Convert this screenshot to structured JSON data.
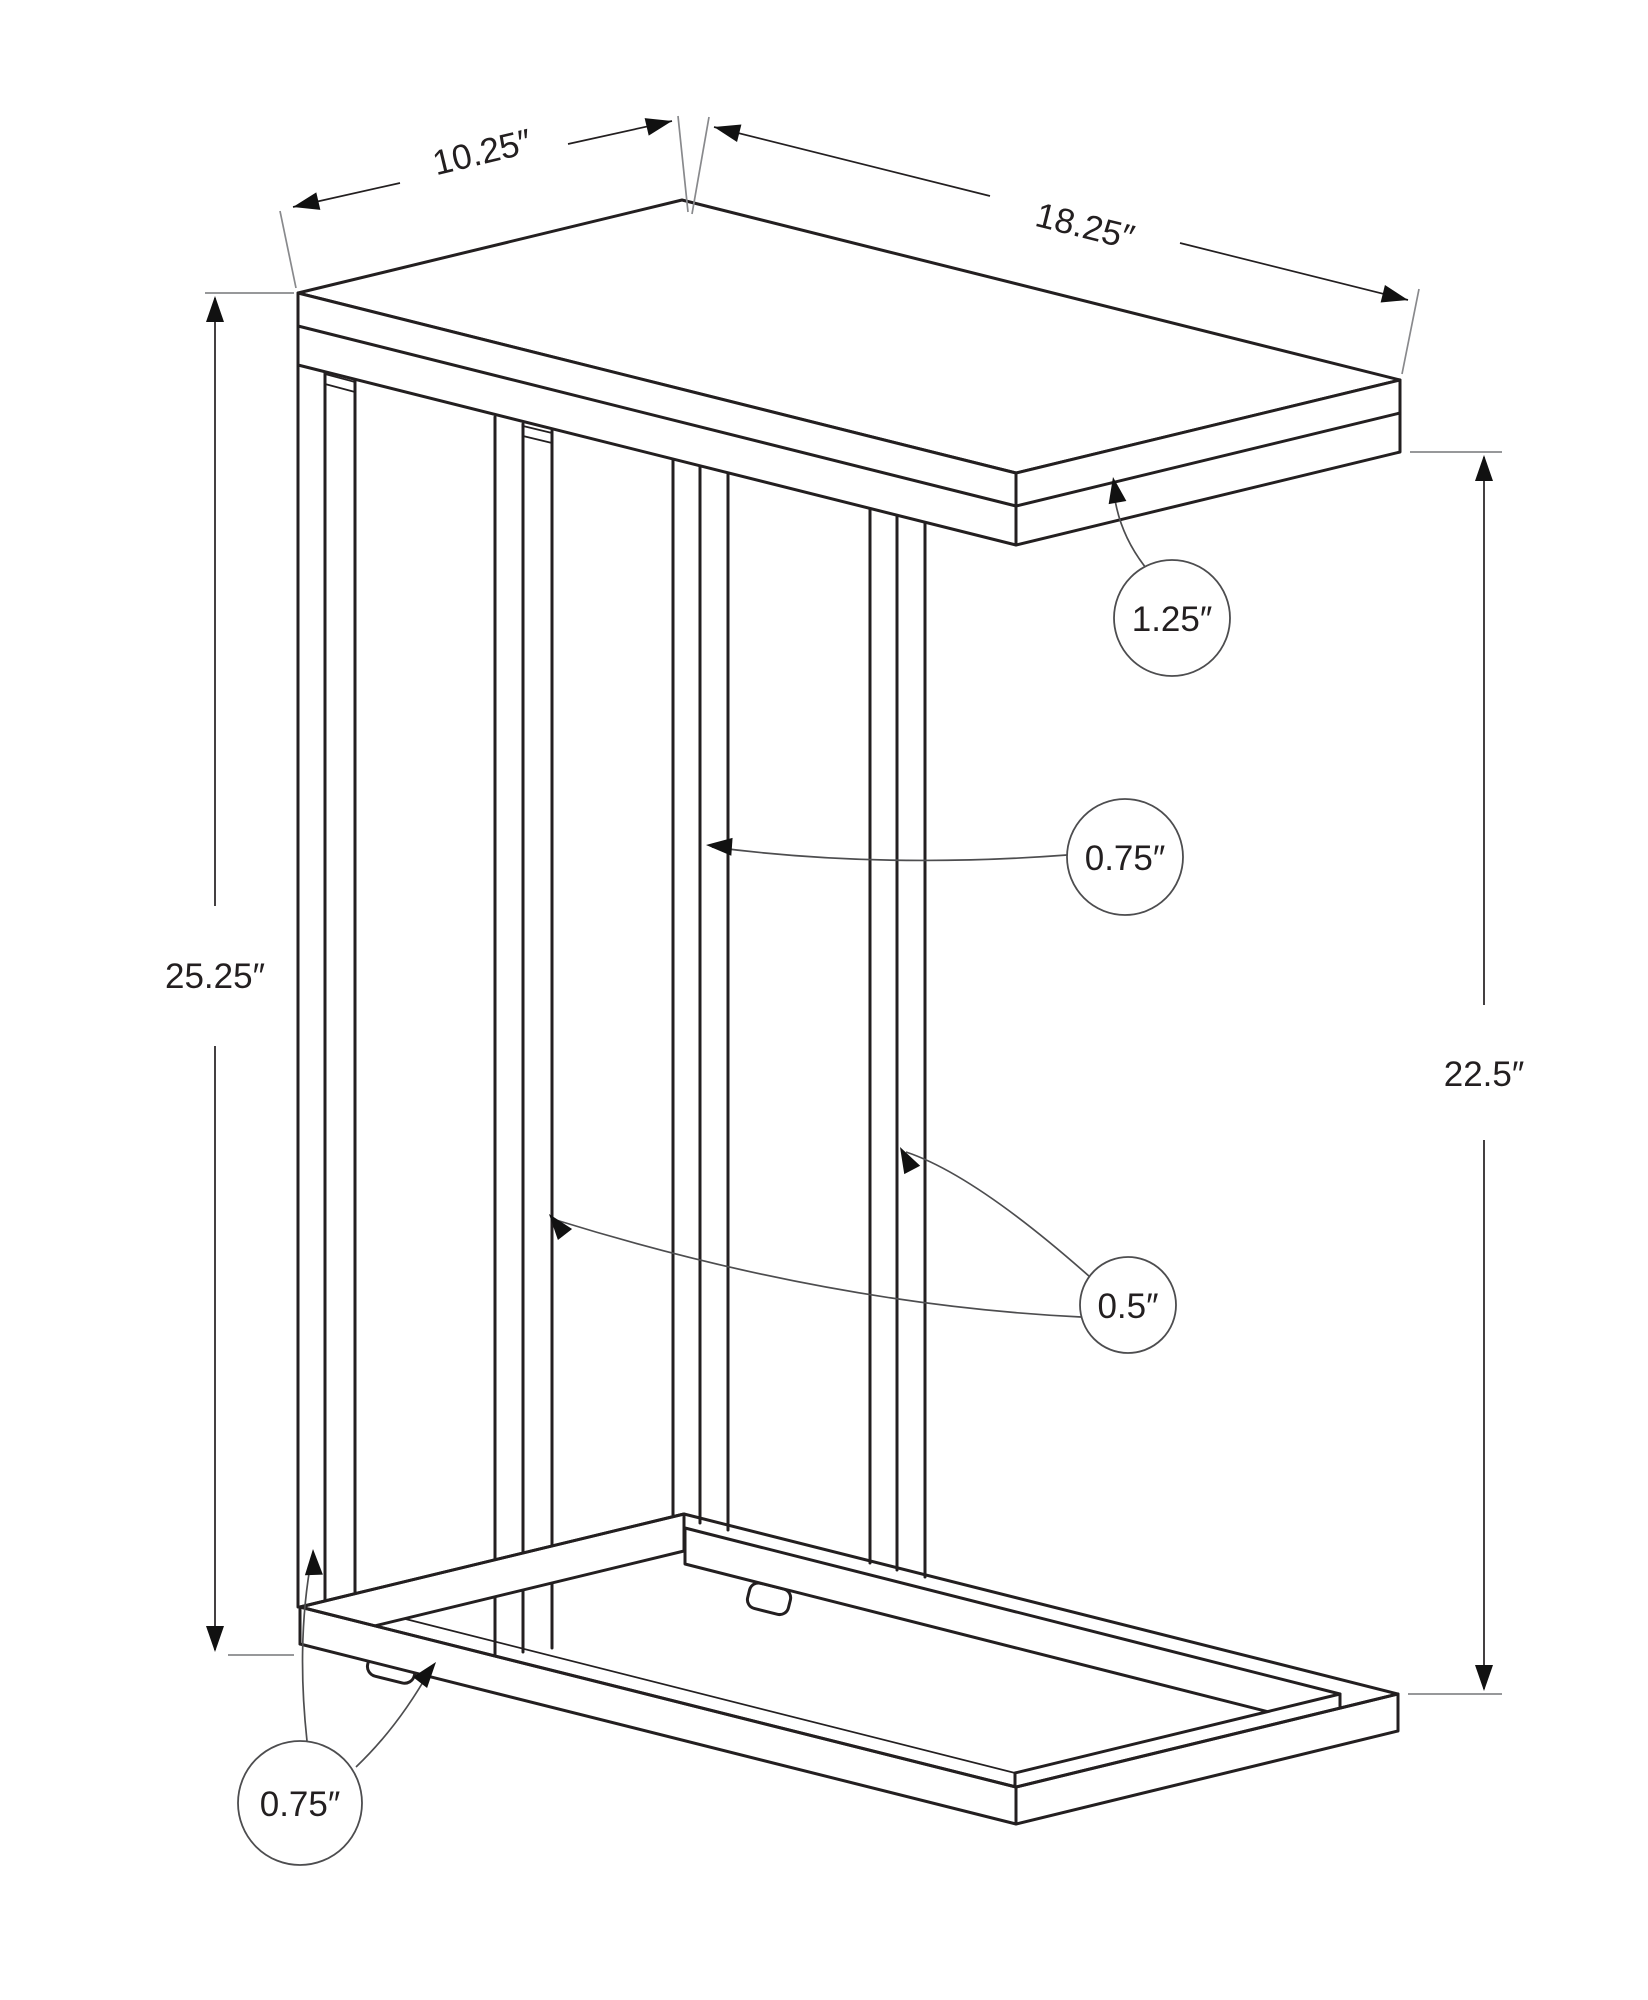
{
  "figure": {
    "type": "isometric line drawing",
    "subject": "C-shaped accent table assembly dimension diagram"
  },
  "colors": {
    "background": "#ffffff",
    "structure_line": "#231f20",
    "dimension_line": "#4d4d4f",
    "extension_line": "#88898c",
    "arrowhead": "#111111"
  },
  "dimensions": {
    "top_width": {
      "label": "10.25″",
      "meaning": "table top depth (short side)"
    },
    "top_length": {
      "label": "18.25″",
      "meaning": "table top length (long side)"
    },
    "total_height": {
      "label": "25.25″",
      "meaning": "overall table height"
    },
    "clearance_height": {
      "label": "22.5″",
      "meaning": "height between base and table top underside"
    },
    "top_thickness": {
      "label": "1.25″",
      "meaning": "table top slab thickness"
    },
    "post_face": {
      "label": "0.75″",
      "meaning": "support post face width"
    },
    "post_side": {
      "label": "0.5″",
      "meaning": "support post side width"
    },
    "base_rail": {
      "label": "0.75″",
      "meaning": "base frame rail size"
    }
  }
}
